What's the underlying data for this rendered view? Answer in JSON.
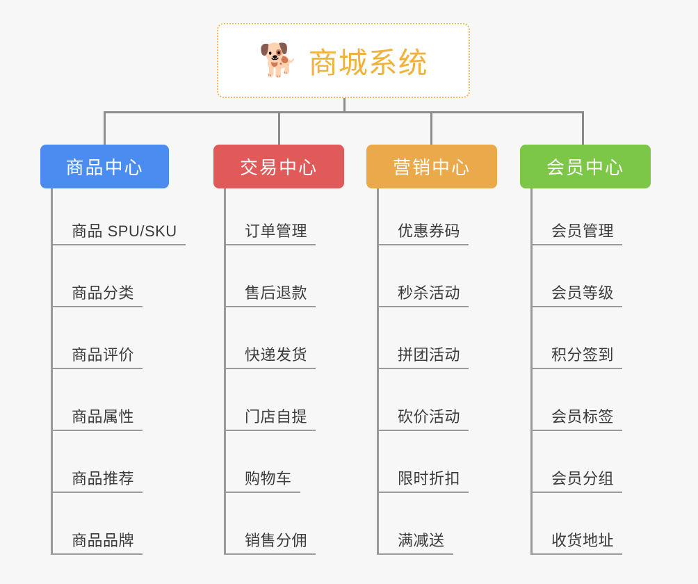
{
  "diagram": {
    "type": "mind-map",
    "background_color": "#f7f7f7",
    "root": {
      "title": "商城系统",
      "icon": "shiba-dog-emoji",
      "icon_glyph": "🐕",
      "text_color": "#f0b23c",
      "border_color": "#f0b860",
      "border_style": "dotted"
    },
    "connector_color": "#8c8c8c",
    "branches": [
      {
        "label": "商品中心",
        "color": "#4a8cf0",
        "items": [
          "商品 SPU/SKU",
          "商品分类",
          "商品评价",
          "商品属性",
          "商品推荐",
          "商品品牌"
        ]
      },
      {
        "label": "交易中心",
        "color": "#e05a5a",
        "items": [
          "订单管理",
          "售后退款",
          "快递发货",
          "门店自提",
          "购物车",
          "销售分佣"
        ]
      },
      {
        "label": "营销中心",
        "color": "#eaa94a",
        "items": [
          "优惠券码",
          "秒杀活动",
          "拼团活动",
          "砍价活动",
          "限时折扣",
          "满减送"
        ]
      },
      {
        "label": "会员中心",
        "color": "#7cc648",
        "items": [
          "会员管理",
          "会员等级",
          "积分签到",
          "会员标签",
          "会员分组",
          "收货地址"
        ]
      }
    ]
  }
}
